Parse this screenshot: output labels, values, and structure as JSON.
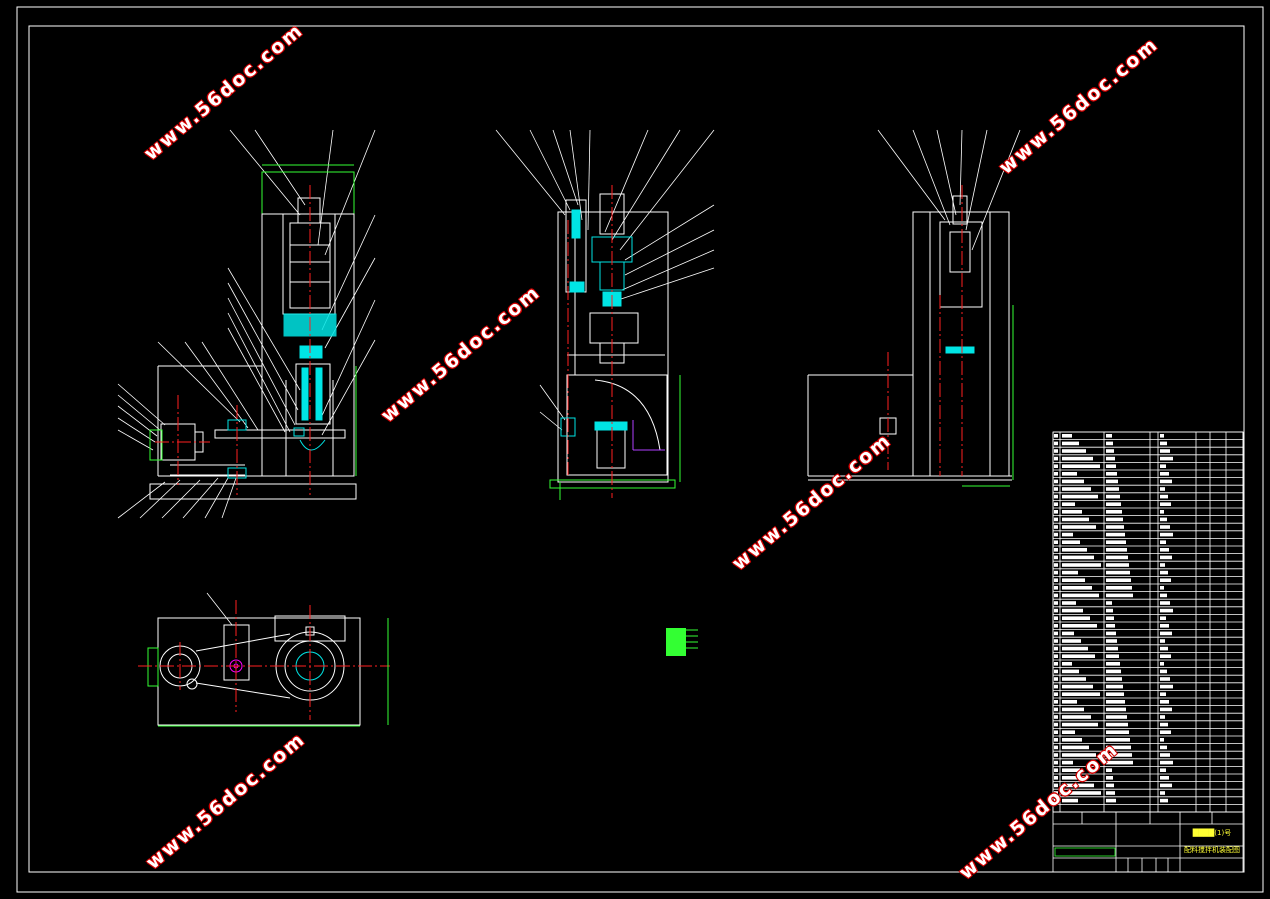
{
  "watermark": {
    "text": "www.56doc.com",
    "color": "#ffffff",
    "outline_color": "#d40000"
  },
  "colors": {
    "background": "#000000",
    "line": "#ffffff",
    "centerline": "#ff2020",
    "dimension": "#33ff33",
    "section_fill": "#00e5e5",
    "pivot": "#ff00ff",
    "axis_marker": "#b040ff"
  },
  "views": {
    "front": "front-elevation",
    "side": "side-elevation",
    "right": "right-elevation",
    "plan": "plan-view"
  },
  "title_block": {
    "company": "████(1)号",
    "drawing_title": "配料搅拌机装配图"
  }
}
